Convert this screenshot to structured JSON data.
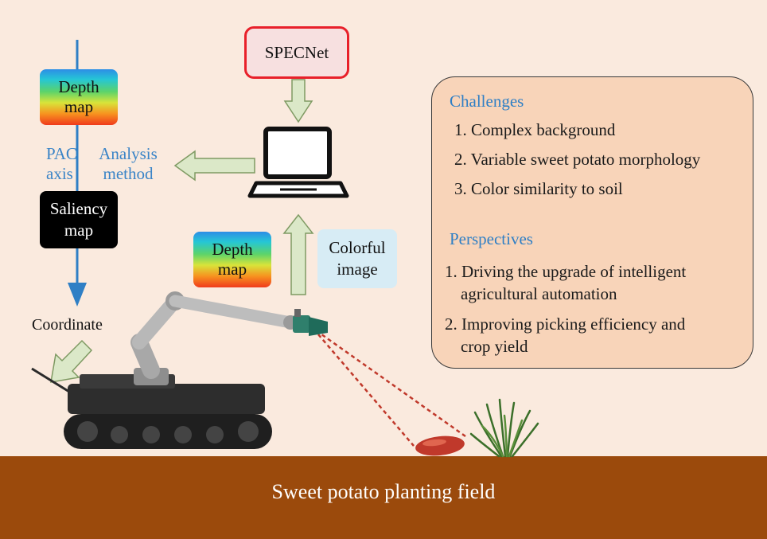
{
  "spec_net": "SPECNet",
  "depth_map_1": [
    "Depth",
    "map"
  ],
  "depth_map_2": [
    "Depth",
    "map"
  ],
  "pac_axis": [
    "PAC",
    "axis"
  ],
  "analysis_method": [
    "Analysis",
    "method"
  ],
  "saliency_map": [
    "Saliency",
    "map"
  ],
  "coordinate": "Coordinate",
  "colorful_image": [
    "Colorful",
    "image"
  ],
  "field_label": "Sweet potato planting field",
  "challenges": {
    "heading": "Challenges",
    "items": [
      "1. Complex background",
      "2. Variable sweet potato morphology",
      "3. Color similarity to soil"
    ]
  },
  "perspectives": {
    "heading": "Perspectives",
    "items": [
      [
        "1. Driving the upgrade of intelligent",
        "agricultural automation"
      ],
      [
        "2. Improving picking efficiency and",
        "crop yield"
      ]
    ]
  },
  "colors": {
    "blue_line": "#2f7fc5",
    "arrow_fill": "#dbe8c8",
    "arrow_stroke": "#7f9a63",
    "spec_border": "#e8202a",
    "field": "#9b4a0c",
    "panel_fill": "#f8d4b9"
  }
}
